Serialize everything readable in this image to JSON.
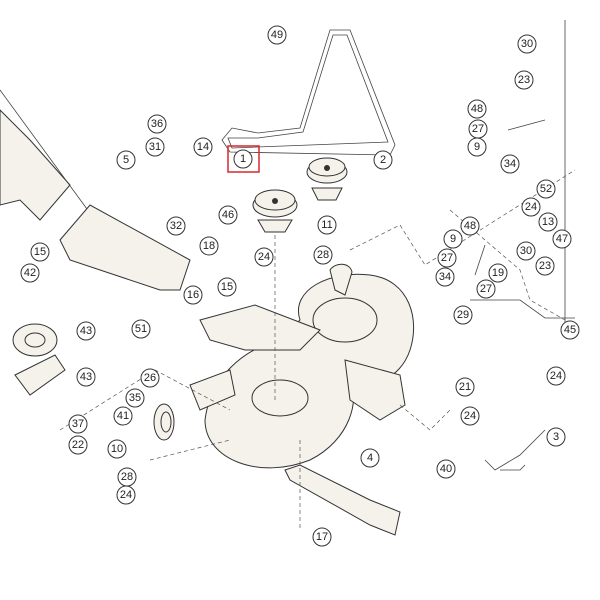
{
  "diagram": {
    "highlight_color": "#d9262b",
    "highlighted_callout": "1",
    "callouts": [
      "49",
      "30",
      "23",
      "48",
      "27",
      "9",
      "34",
      "36",
      "31",
      "14",
      "5",
      "1",
      "2",
      "52",
      "24",
      "13",
      "46",
      "11",
      "48",
      "9",
      "47",
      "30",
      "32",
      "18",
      "24",
      "28",
      "27",
      "23",
      "15",
      "42",
      "34",
      "19",
      "15",
      "16",
      "27",
      "29",
      "51",
      "43",
      "45",
      "43",
      "26",
      "24",
      "35",
      "21",
      "41",
      "24",
      "37",
      "3",
      "10",
      "22",
      "4",
      "40",
      "28",
      "24",
      "17"
    ]
  }
}
